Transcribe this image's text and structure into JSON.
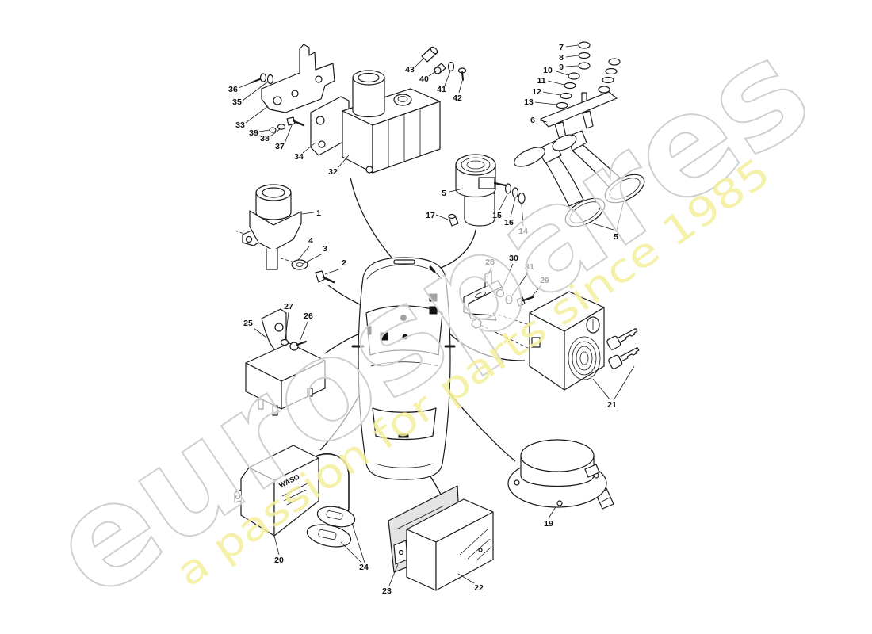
{
  "watermark": {
    "brand": "eurospares",
    "tagline": "a passion for parts since 1985"
  },
  "parts": {
    "module_label": "WASO"
  },
  "callouts": [
    "36",
    "35",
    "33",
    "39",
    "38",
    "37",
    "34",
    "32",
    "43",
    "40",
    "41",
    "42",
    "7",
    "8",
    "9",
    "10",
    "11",
    "12",
    "13",
    "6",
    "5",
    "15",
    "16",
    "14",
    "17",
    "5",
    "1",
    "4",
    "3",
    "2",
    "28",
    "30",
    "31",
    "29",
    "27",
    "26",
    "25",
    "21",
    "19",
    "20",
    "24",
    "23",
    "22"
  ],
  "colors": {
    "line": "#1a1a1a",
    "watermark_outline": "#cfcfcf",
    "watermark_tagline": "#f3ef9c"
  }
}
